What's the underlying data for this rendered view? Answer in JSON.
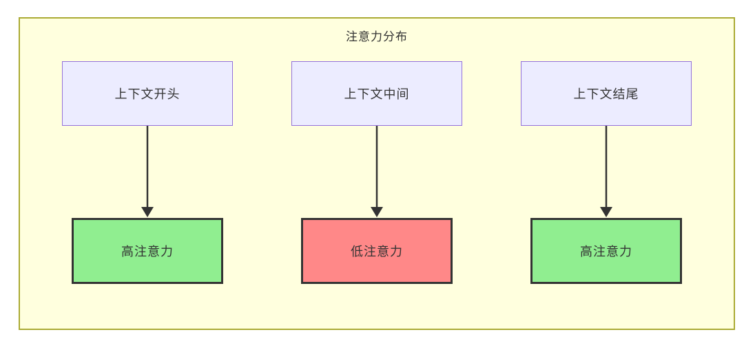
{
  "diagram": {
    "title": "注意力分布",
    "colors": {
      "container_bg": "#ffffde",
      "container_border": "#aaaa33",
      "source_fill": "#ececff",
      "source_border": "#9370db",
      "high_fill": "#90ee90",
      "low_fill": "#ff8888",
      "result_border": "#333333",
      "arrow": "#333333",
      "text": "#333333"
    },
    "columns": [
      {
        "source": "上下文开头",
        "result": "高注意力",
        "result_type": "high"
      },
      {
        "source": "上下文中间",
        "result": "低注意力",
        "result_type": "low"
      },
      {
        "source": "上下文结尾",
        "result": "高注意力",
        "result_type": "high"
      }
    ]
  }
}
